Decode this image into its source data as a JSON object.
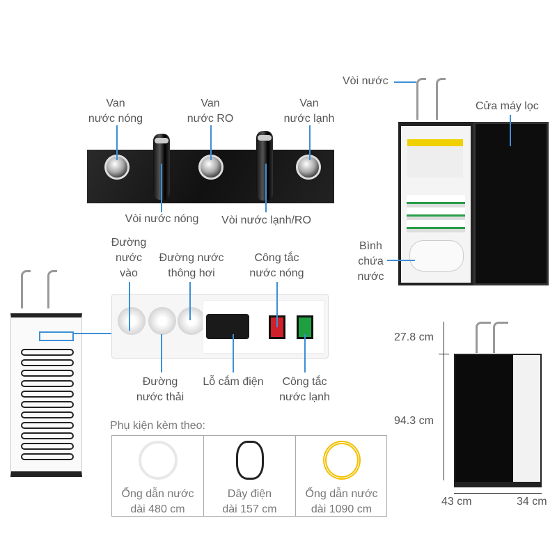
{
  "control_panel": {
    "labels_top": [
      {
        "line1": "Van",
        "line2": "nước nóng"
      },
      {
        "line1": "Van",
        "line2": "nước RO"
      },
      {
        "line1": "Van",
        "line2": "nước lạnh"
      }
    ],
    "labels_bottom": [
      "Vòi nước nóng",
      "Vòi nước lạnh/RO"
    ]
  },
  "open_machine": {
    "faucet_label": "Vòi nước",
    "door_label": "Cửa máy lọc",
    "tank_label": {
      "line1": "Bình",
      "line2": "chứa",
      "line3": "nước"
    }
  },
  "port_panel": {
    "inlet": {
      "line1": "Đường",
      "line2": "nước",
      "line3": "vào"
    },
    "vent": {
      "line1": "Đường nước",
      "line2": "thông hơi"
    },
    "hot_switch": {
      "line1": "Công tắc",
      "line2": "nước nóng"
    },
    "drain": {
      "line1": "Đường",
      "line2": "nước thải"
    },
    "power_socket": "Lỗ cắm điện",
    "cold_switch": {
      "line1": "Công tắc",
      "line2": "nước lạnh"
    }
  },
  "dimensions": {
    "faucet_height": "27.8 cm",
    "body_height": "94.3 cm",
    "width": "43 cm",
    "depth": "34 cm"
  },
  "accessories": {
    "title": "Phụ kiện kèm theo:",
    "items": [
      {
        "line1": "Ống dẫn nước",
        "line2": "dài 480 cm",
        "color": "#e8e8e8"
      },
      {
        "line1": "Dây điện",
        "line2": "dài 157 cm",
        "color": "#222222"
      },
      {
        "line1": "Ống dẫn nước",
        "line2": "dài 1090 cm",
        "color": "#f2c000"
      }
    ]
  },
  "colors": {
    "accent_line": "#3d8fd6",
    "hot_switch": "#d0202a",
    "cold_switch": "#1fa040"
  }
}
